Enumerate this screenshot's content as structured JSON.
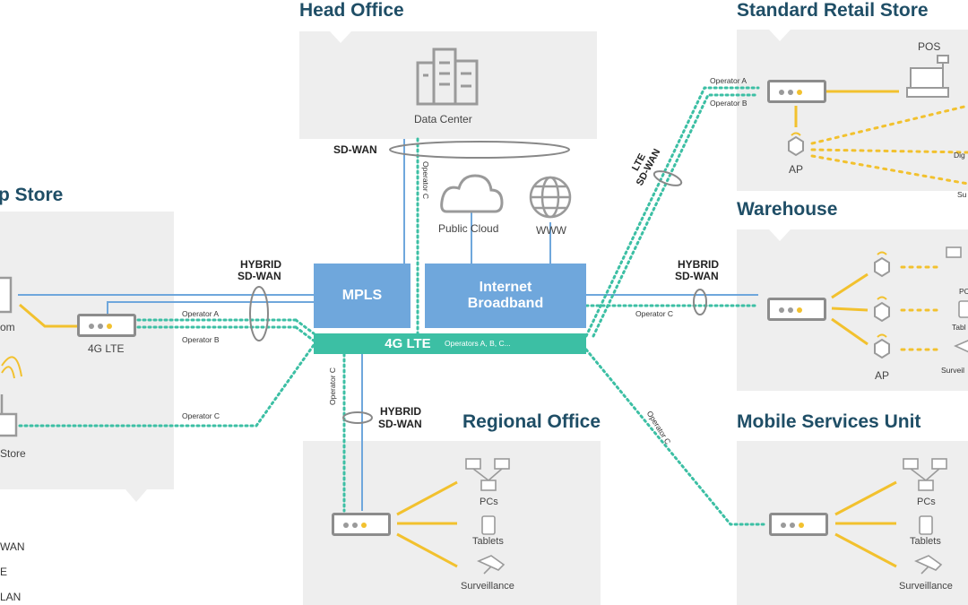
{
  "head_office": {
    "title": "Head Office",
    "data_center": "Data Center",
    "sd_wan": "SD-WAN",
    "operator_c": "Operator C"
  },
  "cloud": {
    "public_cloud": "Public Cloud",
    "www": "WWW"
  },
  "core": {
    "mpls": "MPLS",
    "internet_line1": "Internet",
    "internet_line2": "Broadband",
    "lte_label": "4G LTE",
    "lte_operators": "Operators A, B, C..."
  },
  "flagship": {
    "title": "p Store",
    "room": "om",
    "lte": "4G LTE",
    "store": "Store",
    "hybrid_line1": "HYBRID",
    "hybrid_line2": "SD-WAN",
    "op_a": "Operator A",
    "op_b": "Operator B",
    "op_c": "Operator C"
  },
  "retail": {
    "title": "Standard Retail Store",
    "pos": "POS",
    "ap": "AP",
    "op_a": "Operator A",
    "op_b": "Operator B",
    "lte_line1": "LTE",
    "lte_line2": "SD-WAN",
    "digital": "Dig",
    "surv": "Su"
  },
  "warehouse": {
    "title": "Warehouse",
    "hybrid_line1": "HYBRID",
    "hybrid_line2": "SD-WAN",
    "op_c": "Operator C",
    "ap": "AP",
    "pc": "PC",
    "tab": "Tabl",
    "surv": "Surveil"
  },
  "regional": {
    "title": "Regional Office",
    "hybrid_line1": "HYBRID",
    "hybrid_line2": "SD-WAN",
    "op_c": "Operator C",
    "pcs": "PCs",
    "tablets": "Tablets",
    "surveillance": "Surveillance"
  },
  "mobile": {
    "title": "Mobile Services Unit",
    "op_c": "Operator C",
    "pcs": "PCs",
    "tablets": "Tablets",
    "surveillance": "Surveillance"
  },
  "legend": {
    "wan": "WAN",
    "mid": "E",
    "lan": "LAN"
  },
  "colors": {
    "blue": "#6fa7dc",
    "teal": "#3cbfa4",
    "yellow": "#f2c12e",
    "gray": "#8c8c8c",
    "title": "#1f4e66",
    "panel": "#eeeeee"
  }
}
